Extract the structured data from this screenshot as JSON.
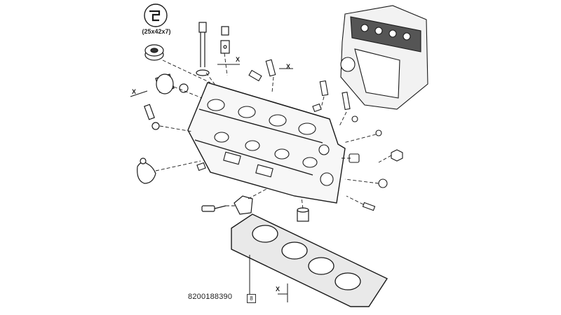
{
  "diagram": {
    "part_number": "8200188390",
    "ref_box_label": "8",
    "seal_size_label": "(25x42x7)",
    "axis_marker": "X"
  },
  "colors": {
    "ink": "#1a1a1a",
    "background": "#ffffff"
  }
}
